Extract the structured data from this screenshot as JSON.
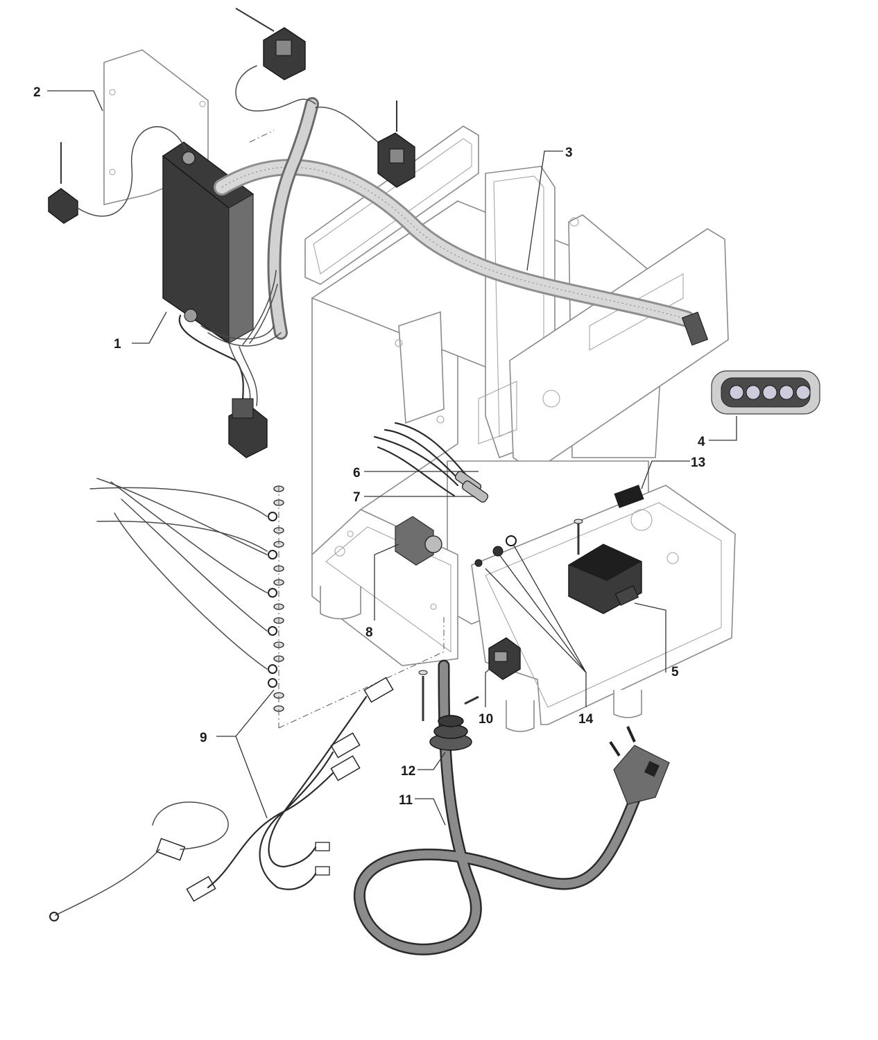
{
  "callouts": [
    {
      "id": "1",
      "label": "1"
    },
    {
      "id": "2",
      "label": "2"
    },
    {
      "id": "3",
      "label": "3"
    },
    {
      "id": "4",
      "label": "4"
    },
    {
      "id": "5",
      "label": "5"
    },
    {
      "id": "6",
      "label": "6"
    },
    {
      "id": "7",
      "label": "7"
    },
    {
      "id": "8",
      "label": "8"
    },
    {
      "id": "9",
      "label": "9"
    },
    {
      "id": "10",
      "label": "10"
    },
    {
      "id": "11",
      "label": "11"
    },
    {
      "id": "12",
      "label": "12"
    },
    {
      "id": "13",
      "label": "13"
    },
    {
      "id": "14",
      "label": "14"
    }
  ],
  "colors": {
    "line_art": "#2b2b2b",
    "frame_outline": "#8a8a8a",
    "part_fill": "#3a3a3a",
    "cable_fill": "#7a7a7a",
    "background": "#ffffff"
  }
}
